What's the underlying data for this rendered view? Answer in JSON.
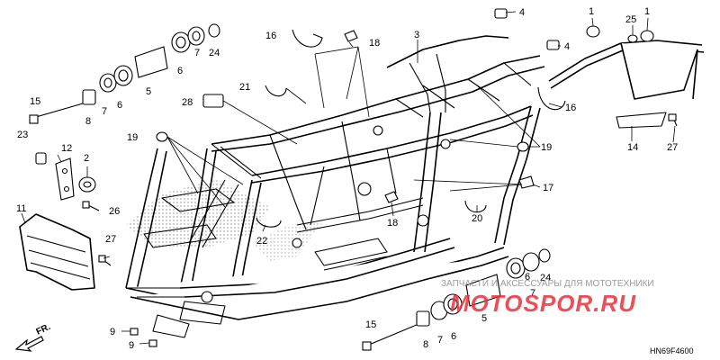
{
  "diagram": {
    "code": "HN69F4600",
    "direction_label": "FR.",
    "callouts": {
      "c1a": "1",
      "c1b": "1",
      "c25": "25",
      "c3": "3",
      "c4a": "4",
      "c4b": "4",
      "c16": "16",
      "c18a": "18",
      "c18b": "18",
      "c6a": "6",
      "c6b": "6",
      "c6c": "6",
      "c7a": "7",
      "c7b": "7",
      "c7c": "7",
      "c7d": "7",
      "c24a": "24",
      "c24b": "24",
      "c5a": "5",
      "c5b": "5",
      "c15a": "15",
      "c15b": "15",
      "c8a": "8",
      "c8b": "8",
      "c21": "21",
      "c28": "28",
      "c23": "23",
      "c12": "12",
      "c2": "2",
      "c26": "26",
      "c19a": "19",
      "c19b": "19",
      "c11": "11",
      "c27a": "27",
      "c27b": "27",
      "c14": "14",
      "c17": "17",
      "c20": "20",
      "c22": "22",
      "c9a": "9",
      "c9b": "9"
    }
  },
  "watermark": {
    "subtitle": "ЗАПЧАСТИ И АКСЕССУАРЫ ДЛЯ МОТОТЕХНИКИ",
    "brand": "MOTOSPOR.RU"
  },
  "colors": {
    "line": "#000000",
    "watermark_red": "#e8303a",
    "watermark_gray": "#b0b0b0"
  }
}
